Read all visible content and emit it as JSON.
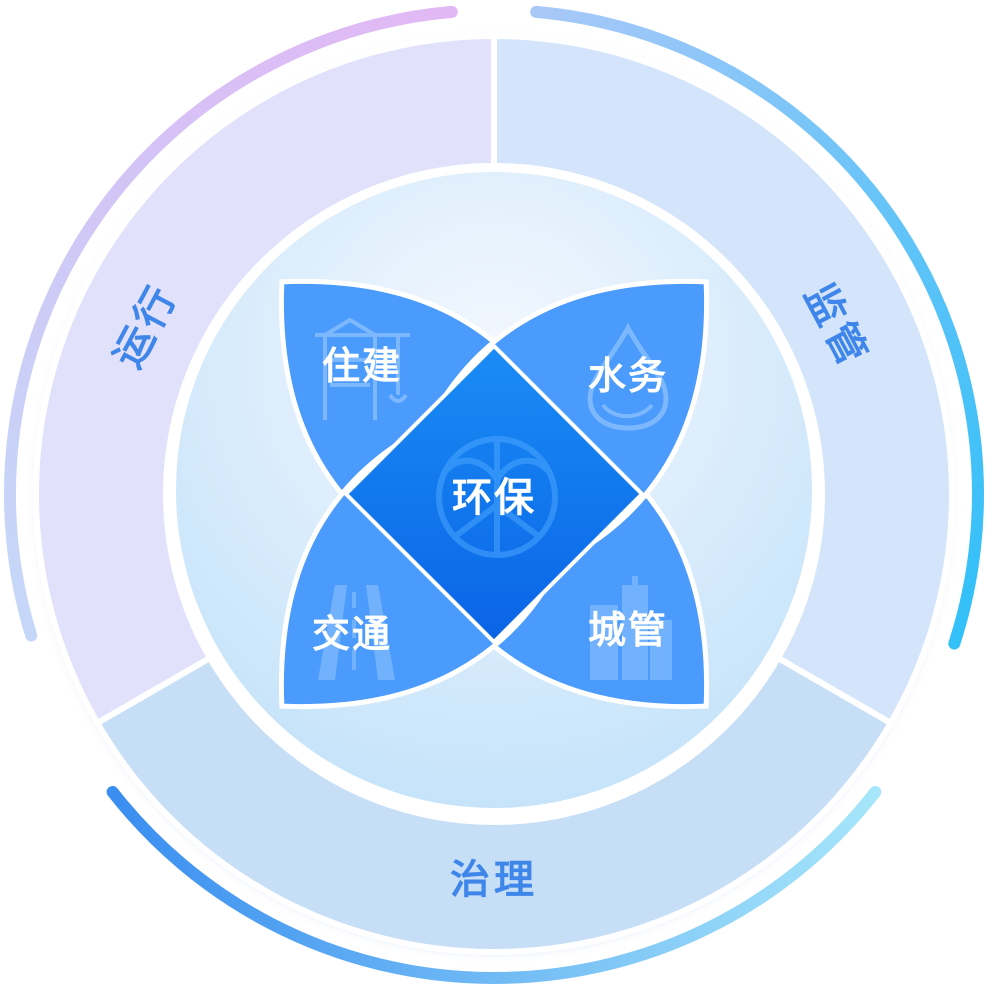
{
  "outer_segments": [
    {
      "id": "operation",
      "label": "运行"
    },
    {
      "id": "supervision",
      "label": "监管"
    },
    {
      "id": "governance",
      "label": "治理"
    }
  ],
  "petals": [
    {
      "id": "housing",
      "label": "住建",
      "icon": "crane-icon"
    },
    {
      "id": "water",
      "label": "水务",
      "icon": "water-drop-icon"
    },
    {
      "id": "traffic",
      "label": "交通",
      "icon": "road-icon"
    },
    {
      "id": "city",
      "label": "城管",
      "icon": "buildings-icon"
    }
  ],
  "center": {
    "label": "环保",
    "icon": "eco-leaf-icon"
  },
  "colors": {
    "petal": "#4a9bfb",
    "center_top": "#1a8cf5",
    "center_bottom": "#0a64e6",
    "label": "#3f86ea",
    "operation_fill": "#e2e1fc",
    "supervision_fill": "#d3e4fb",
    "governance_fill": "#c7def7"
  }
}
